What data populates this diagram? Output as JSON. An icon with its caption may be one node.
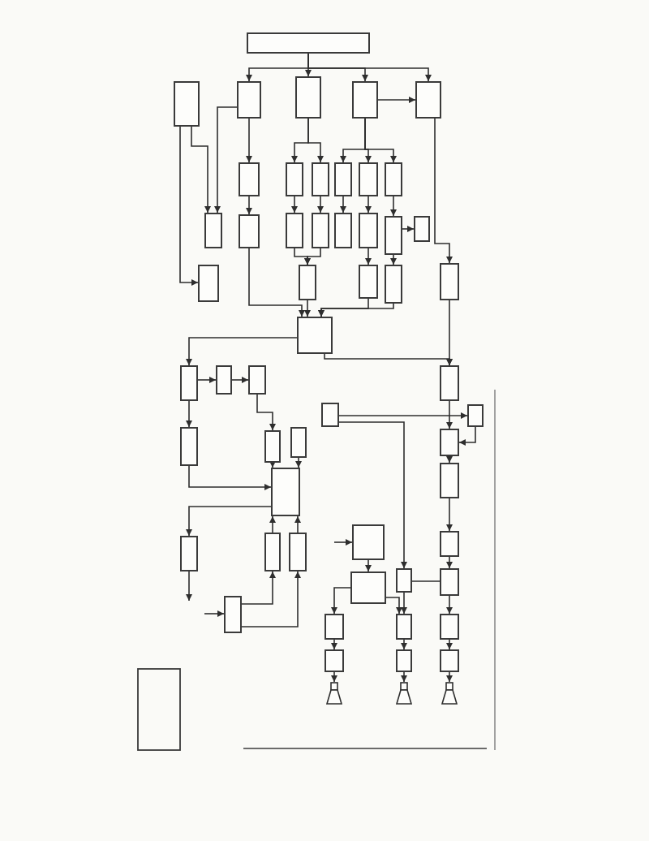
{
  "diagram": {
    "nodes": [
      {
        "text": [],
        "shape": "box"
      },
      {
        "text": [],
        "shape": "box"
      },
      {
        "text": [],
        "shape": "box"
      },
      {
        "text": [],
        "shape": "box"
      },
      {
        "text": [],
        "shape": "box"
      },
      {
        "text": [],
        "shape": "box"
      },
      {
        "text": [],
        "shape": "box"
      },
      {
        "text": [],
        "shape": "box"
      },
      {
        "text": [],
        "shape": "box"
      },
      {
        "text": [],
        "shape": "box"
      },
      {
        "text": [],
        "shape": "box"
      },
      {
        "text": [],
        "shape": "box"
      },
      {
        "text": [],
        "shape": "box"
      },
      {
        "text": [],
        "shape": "box"
      },
      {
        "text": [],
        "shape": "box"
      },
      {
        "text": [],
        "shape": "box"
      },
      {
        "text": [],
        "shape": "box"
      },
      {
        "text": [],
        "shape": "box"
      },
      {
        "text": [],
        "shape": "box"
      },
      {
        "text": [],
        "shape": "box"
      },
      {
        "text": [],
        "shape": "box"
      },
      {
        "text": [],
        "shape": "box"
      },
      {
        "text": [],
        "shape": "box"
      },
      {
        "text": [],
        "shape": "box"
      },
      {
        "text": [],
        "shape": "box"
      },
      {
        "text": [],
        "shape": "box"
      },
      {
        "text": [],
        "shape": "box"
      },
      {
        "text": [],
        "shape": "box"
      },
      {
        "text": [],
        "shape": "box"
      },
      {
        "text": [],
        "shape": "box"
      },
      {
        "text": [],
        "shape": "box"
      },
      {
        "text": [],
        "shape": "box"
      },
      {
        "text": [],
        "shape": "box"
      },
      {
        "text": [],
        "shape": "box"
      },
      {
        "text": [],
        "shape": "box"
      },
      {
        "text": [],
        "shape": "box"
      },
      {
        "text": [],
        "shape": "box"
      },
      {
        "text": [],
        "shape": "box"
      },
      {
        "text": [],
        "shape": "box"
      },
      {
        "text": [],
        "shape": "box"
      },
      {
        "text": [],
        "shape": "box"
      },
      {
        "text": [],
        "shape": "box"
      },
      {
        "text": [],
        "shape": "box"
      },
      {
        "text": [],
        "shape": "box"
      },
      {
        "text": [],
        "shape": "box"
      },
      {
        "text": [],
        "shape": "box"
      },
      {
        "text": [],
        "shape": "box"
      },
      {
        "text": [],
        "shape": "box"
      },
      {
        "text": [],
        "shape": "box"
      },
      {
        "text": [],
        "shape": "box"
      },
      {
        "text": [],
        "shape": "box"
      },
      {
        "text": [],
        "shape": "box"
      },
      {
        "text": [],
        "shape": "box"
      },
      {
        "text": [],
        "shape": "speaker"
      },
      {
        "text": [],
        "shape": "speaker"
      },
      {
        "text": [],
        "shape": "speaker"
      }
    ],
    "edges": [
      {
        "from": 0,
        "to": 2,
        "arrow": "to"
      },
      {
        "from": 0,
        "to": 3,
        "arrow": "to"
      },
      {
        "from": 0,
        "to": 4,
        "arrow": "to"
      },
      {
        "from": 0,
        "to": 5,
        "arrow": "to"
      },
      {
        "from": 4,
        "to": 5,
        "arrow": "to"
      },
      {
        "from": 2,
        "to": 6,
        "arrow": "to"
      },
      {
        "from": 3,
        "to": 7,
        "arrow": "to"
      },
      {
        "from": 3,
        "to": 8,
        "arrow": "to"
      },
      {
        "from": 4,
        "to": 9,
        "arrow": "to"
      },
      {
        "from": 4,
        "to": 10,
        "arrow": "to"
      },
      {
        "from": 4,
        "to": 11,
        "arrow": "to"
      },
      {
        "from": 6,
        "to": 13,
        "arrow": "to"
      },
      {
        "from": 7,
        "to": 14,
        "arrow": "to"
      },
      {
        "from": 8,
        "to": 15,
        "arrow": "to"
      },
      {
        "from": 9,
        "to": 16,
        "arrow": "to"
      },
      {
        "from": 10,
        "to": 17,
        "arrow": "to"
      },
      {
        "from": 11,
        "to": 18,
        "arrow": "to"
      },
      {
        "from": 18,
        "to": 19,
        "arrow": "to"
      },
      {
        "from": 1,
        "to": 12,
        "arrow": "to"
      },
      {
        "from": 2,
        "to": 12,
        "arrow": "to"
      },
      {
        "from": 1,
        "to": 20,
        "arrow": "to"
      },
      {
        "from": 14,
        "to": 21,
        "arrow": "to"
      },
      {
        "from": 15,
        "to": 21,
        "arrow": "to"
      },
      {
        "from": 17,
        "to": 22,
        "arrow": "to"
      },
      {
        "from": 18,
        "to": 23,
        "arrow": "to"
      },
      {
        "from": 5,
        "to": 24,
        "arrow": "to"
      },
      {
        "from": 13,
        "to": 25,
        "arrow": "to"
      },
      {
        "from": 21,
        "to": 25,
        "arrow": "to"
      },
      {
        "from": 22,
        "to": 25,
        "arrow": "to"
      },
      {
        "from": 23,
        "to": 25,
        "arrow": "to"
      },
      {
        "from": 25,
        "to": 26,
        "arrow": "to"
      },
      {
        "from": 25,
        "to": 30,
        "arrow": "to"
      },
      {
        "from": 24,
        "to": 30,
        "arrow": "to"
      },
      {
        "from": 26,
        "to": 27,
        "arrow": "to"
      },
      {
        "from": 27,
        "to": 28,
        "arrow": "to"
      },
      {
        "from": 28,
        "to": 33,
        "arrow": "to"
      },
      {
        "from": 26,
        "to": 32,
        "arrow": "to"
      },
      {
        "from": 32,
        "to": 36,
        "arrow": "to"
      },
      {
        "from": 33,
        "to": 36,
        "arrow": "to"
      },
      {
        "from": 34,
        "to": 36,
        "arrow": "to"
      },
      {
        "from": 29,
        "to": 31,
        "arrow": "to"
      },
      {
        "from": 29,
        "to": 43,
        "arrow": "to"
      },
      {
        "from": 30,
        "to": 35,
        "arrow": "to"
      },
      {
        "from": 31,
        "to": 35,
        "arrow": "to"
      },
      {
        "from": 35,
        "to": 37,
        "arrow": "to"
      },
      {
        "from": 37,
        "to": 42,
        "arrow": "to"
      },
      {
        "from": 42,
        "to": 45,
        "arrow": "to"
      },
      {
        "from": 36,
        "to": 38,
        "arrow": "to"
      },
      {
        "from": 38,
        "to": null,
        "arrow": "to"
      },
      {
        "from": null,
        "to": 46,
        "arrow": "to"
      },
      {
        "from": 46,
        "to": 39,
        "arrow": "to"
      },
      {
        "from": 46,
        "to": 40,
        "arrow": "to"
      },
      {
        "from": 39,
        "to": 36,
        "arrow": "to"
      },
      {
        "from": 40,
        "to": 36,
        "arrow": "to"
      },
      {
        "from": null,
        "to": 41,
        "arrow": "to"
      },
      {
        "from": 41,
        "to": 44,
        "arrow": "to"
      },
      {
        "from": 43,
        "to": 48,
        "arrow": "to"
      },
      {
        "from": 44,
        "to": 47,
        "arrow": "to"
      },
      {
        "from": 44,
        "to": 48,
        "arrow": "to"
      },
      {
        "from": 43,
        "to": 45,
        "arrow": "none"
      },
      {
        "from": 45,
        "to": 49,
        "arrow": "to"
      },
      {
        "from": 47,
        "to": 50,
        "arrow": "to"
      },
      {
        "from": 48,
        "to": 51,
        "arrow": "to"
      },
      {
        "from": 49,
        "to": 52,
        "arrow": "to"
      },
      {
        "from": 50,
        "to": 53,
        "arrow": "to"
      },
      {
        "from": 51,
        "to": 54,
        "arrow": "to"
      },
      {
        "from": 52,
        "to": 55,
        "arrow": "to"
      }
    ]
  }
}
